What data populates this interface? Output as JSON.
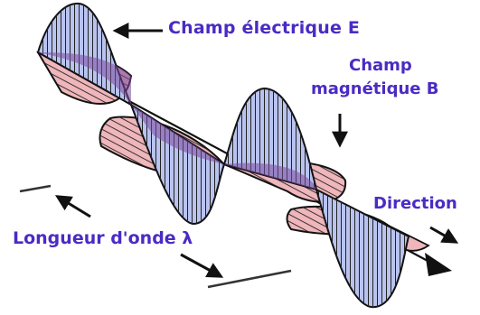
{
  "labels": {
    "electric_field": "Champ électrique E",
    "magnetic_field_line1": "Champ",
    "magnetic_field_line2": "magnétique B",
    "direction": "Direction",
    "wavelength": "Longueur d'onde λ"
  },
  "colors": {
    "label_text": "#4a2bc4",
    "electric_lobe_fill": "#b9c3ef",
    "magnetic_lobe_fill": "#efb6bb",
    "overlap_fill": "#a783c0",
    "outline": "#111111"
  }
}
